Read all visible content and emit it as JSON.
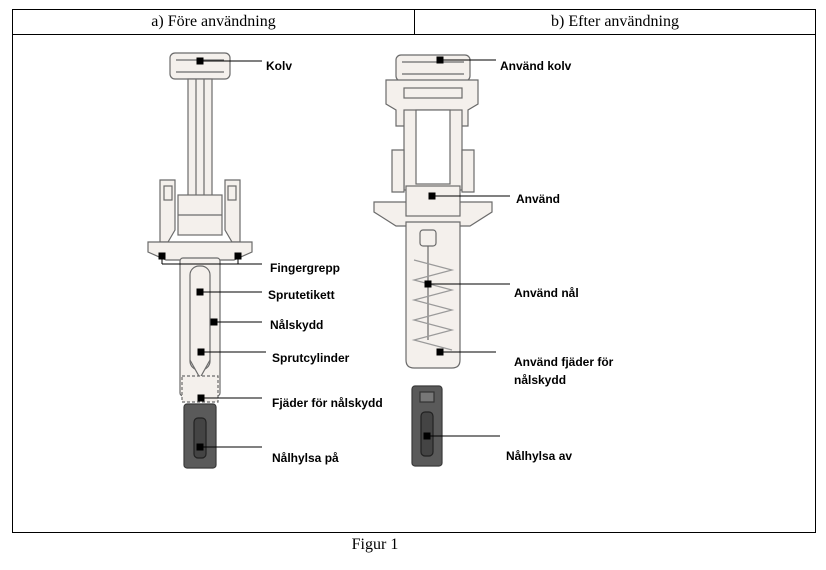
{
  "header": {
    "col_a": "a) Före användning",
    "col_b": "b) Efter användning"
  },
  "labels_before": {
    "kolv": "Kolv",
    "fingergrepp": "Fingergrepp",
    "sprutetikett": "Sprutetikett",
    "nalskydd": "Nålskydd",
    "sprutcylinder": "Sprutcylinder",
    "fjader": "Fjäder för nålskydd",
    "nalhylsa_pa": "Nålhylsa på"
  },
  "labels_after": {
    "anvand_kolv": "Använd kolv",
    "anvand": "Använd",
    "anvand_nal": "Använd nål",
    "anvand_fjader_1": "Använd fjäder för",
    "anvand_fjader_2": "nålskydd",
    "nalhylsa_av": "Nålhylsa av"
  },
  "caption": "Figur 1",
  "colors": {
    "line": "#000000",
    "outline": "#6b6b6b",
    "body_fill": "#f4f0ec",
    "dark_fill": "#5a5a5a"
  }
}
